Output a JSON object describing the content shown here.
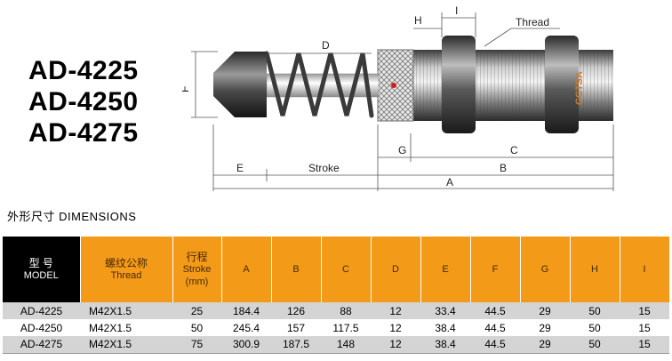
{
  "models": [
    "AD-4225",
    "AD-4250",
    "AD-4275"
  ],
  "drawing_labels": {
    "h": "H",
    "i": "I",
    "thread": "Thread",
    "d": "D",
    "f": "F",
    "e": "E",
    "stroke": "Stroke",
    "g": "G",
    "c": "C",
    "b": "B",
    "a": "A",
    "brand": "CCTSA"
  },
  "dimensions_heading": "外形尺寸 DIMENSIONS",
  "table": {
    "header": {
      "model_cn": "型 号",
      "model_en": "MODEL",
      "thread_cn": "螺纹公称",
      "thread_en": "Thread",
      "stroke_cn": "行程",
      "stroke_en": "Stroke",
      "stroke_unit": "(mm)",
      "columns": [
        "A",
        "B",
        "C",
        "D",
        "E",
        "F",
        "G",
        "H",
        "I"
      ]
    },
    "rows": [
      {
        "model": "AD-4225",
        "thread": "M42X1.5",
        "stroke": "25",
        "values": [
          "184.4",
          "126",
          "88",
          "12",
          "33.4",
          "44.5",
          "29",
          "50",
          "15"
        ]
      },
      {
        "model": "AD-4250",
        "thread": "M42X1.5",
        "stroke": "50",
        "values": [
          "245.4",
          "157",
          "117.5",
          "12",
          "38.4",
          "44.5",
          "29",
          "50",
          "15"
        ]
      },
      {
        "model": "AD-4275",
        "thread": "M42X1.5",
        "stroke": "75",
        "values": [
          "300.9",
          "187.5",
          "148",
          "12",
          "38.4",
          "44.5",
          "29",
          "50",
          "15"
        ]
      }
    ]
  },
  "colors": {
    "header_orange": "#f39a19",
    "header_black": "#000000",
    "row_shade": "#d4d4d4"
  }
}
